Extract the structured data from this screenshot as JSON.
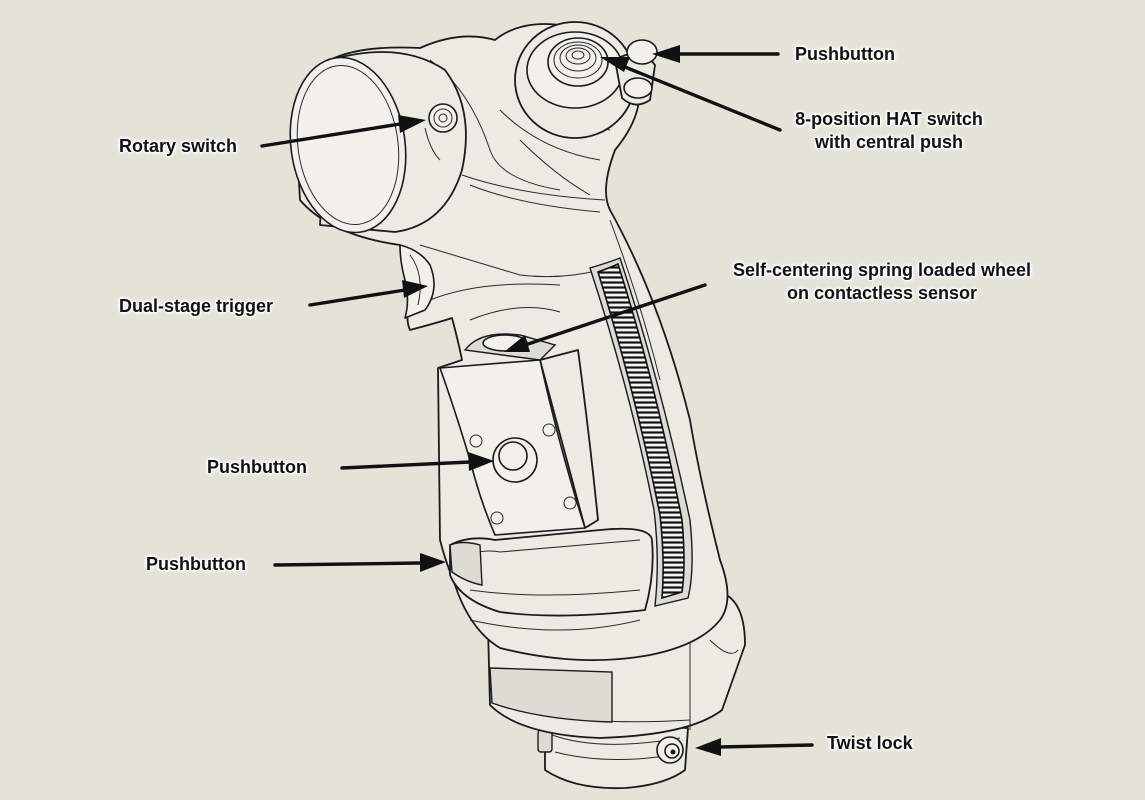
{
  "colors": {
    "background": "#e4e3da",
    "ink": "#1a1a1a",
    "label_text": "#111111"
  },
  "callouts": {
    "pushbutton_top": "Pushbutton",
    "rotary_switch": "Rotary switch",
    "hat_switch_line1": "8-position HAT switch",
    "hat_switch_line2": "with central push",
    "wheel_line1": "Self-centering spring loaded wheel",
    "wheel_line2": "on contactless sensor",
    "dual_stage_trigger": "Dual-stage trigger",
    "pushbutton_middle": "Pushbutton",
    "pushbutton_lower": "Pushbutton",
    "twist_lock": "Twist lock"
  }
}
